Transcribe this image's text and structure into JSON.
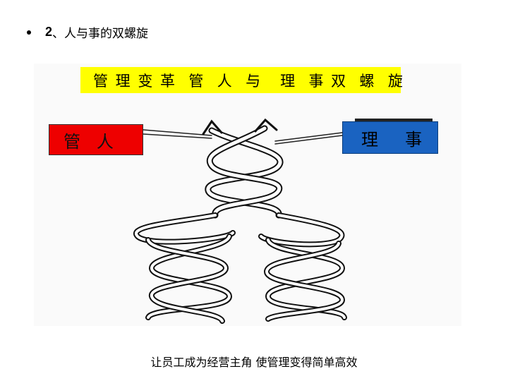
{
  "heading": {
    "number": "2",
    "text": "、人与事的双螺旋"
  },
  "diagram": {
    "banner": "管 理 变 革  管  人  与   理  事 双  螺  旋",
    "left_label": "管   人",
    "right_label": "理     事",
    "colors": {
      "banner": "#ffff00",
      "left_box": "#ee0000",
      "right_box": "#1a63c1"
    }
  },
  "caption": "让员工成为经营主角  使管理变得简单高效"
}
